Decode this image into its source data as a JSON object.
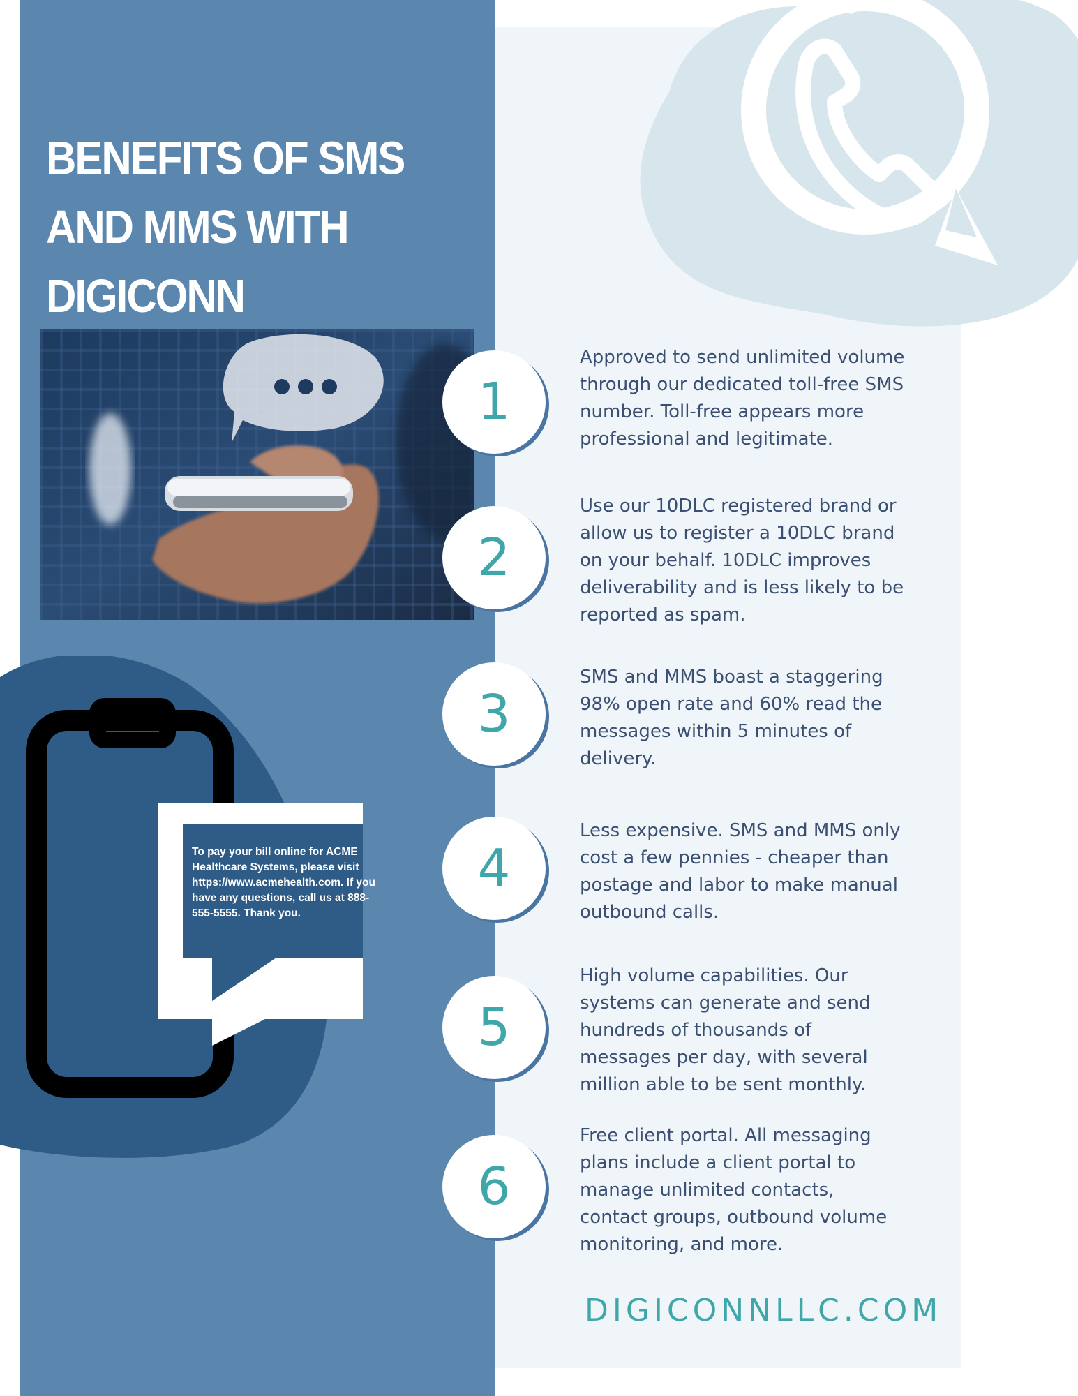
{
  "page": {
    "title": "BENEFITS OF SMS AND MMS WITH DIGICONN",
    "footer_url": "DIGICONNLLC.COM"
  },
  "sms_bubble": {
    "text": "To pay your bill online for ACME Healthcare Systems, please visit https://www.acmehealth.com. If you have any questions, call us at 888-555-5555. Thank you."
  },
  "benefits": [
    {
      "number": "1",
      "text": "Approved to send unlimited volume through our dedicated toll-free SMS number. Toll-free appears more professional and legitimate."
    },
    {
      "number": "2",
      "text": "Use our 10DLC registered brand or allow us to register a 10DLC brand on your behalf. 10DLC improves deliverability and is less likely to be reported as spam."
    },
    {
      "number": "3",
      "text": "SMS and MMS boast a staggering 98% open rate and 60% read the messages within 5 minutes of delivery."
    },
    {
      "number": "4",
      "text": "Less expensive. SMS and MMS only cost a few pennies - cheaper than postage and labor to make manual outbound calls."
    },
    {
      "number": "5",
      "text": "High volume capabilities. Our systems can generate and send hundreds of thousands of messages per day, with several million able to be sent monthly."
    },
    {
      "number": "6",
      "text": "Free client portal. All messaging plans include a client portal to manage unlimited contacts, contact groups, outbound volume monitoring, and more."
    }
  ],
  "colors": {
    "band_blue": "#5b87ae",
    "dark_blue": "#2f5c86",
    "panel_bg": "#eff5f8",
    "teal": "#3fa7a9",
    "text_navy": "#3a4f72",
    "blob_light": "#d7e5ec"
  },
  "icons": {
    "phone_chat": "phone-chat-bubble-icon",
    "smartphone": "smartphone-outline-icon",
    "typing_bubble": "typing-bubble-icon"
  }
}
